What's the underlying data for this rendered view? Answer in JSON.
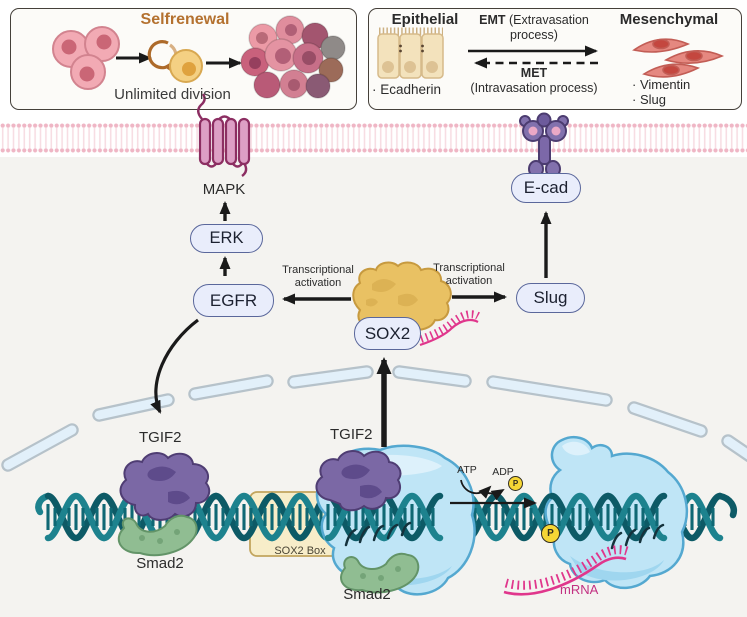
{
  "selfrenewal_panel": {
    "title": "Selfrenewal",
    "caption": "Unlimited division"
  },
  "emt_panel": {
    "epithelial_title": "Epithelial",
    "epithelial_marker": "· Ecadherin",
    "emt_label": "EMT",
    "emt_detail": "(Extravasation process)",
    "met_label": "MET",
    "met_detail": "(Intravasation process)",
    "mesenchymal_title": "Mesenchymal",
    "mesenchymal_markers": {
      "vimentin": "· Vimentin",
      "slug": "· Slug"
    }
  },
  "pathway": {
    "mapk": "MAPK",
    "erk": "ERK",
    "egfr": "EGFR",
    "sox2": "SOX2",
    "slug": "Slug",
    "ecad": "E-cad",
    "transcriptional_activation_left": "Transcriptional activation",
    "transcriptional_activation_right": "Transcriptional activation"
  },
  "nucleus": {
    "tgif2_left": "TGIF2",
    "tgif2_center": "TGIF2",
    "smad2_left": "Smad2",
    "smad2_center": "Smad2",
    "sox2_box": "SOX2 Box",
    "atp": "ATP",
    "adp": "ADP",
    "phosphate": "P",
    "mrna": "mRNA"
  },
  "colors": {
    "selfrenewal_orange": "#b4712f",
    "membrane_pink": "#efb6c5",
    "node_fill": "#e9edfb",
    "node_border": "#5a679b",
    "sox2_yellow": "#e9c163",
    "tgif2_purple": "#7b68a5",
    "smad2_green": "#90bd92",
    "polymerase_blue": "#bfe5f6",
    "dna_teal": "#0d5a66",
    "mrna_pink": "#e0368c",
    "phosphate_yellow": "#f6d635"
  }
}
